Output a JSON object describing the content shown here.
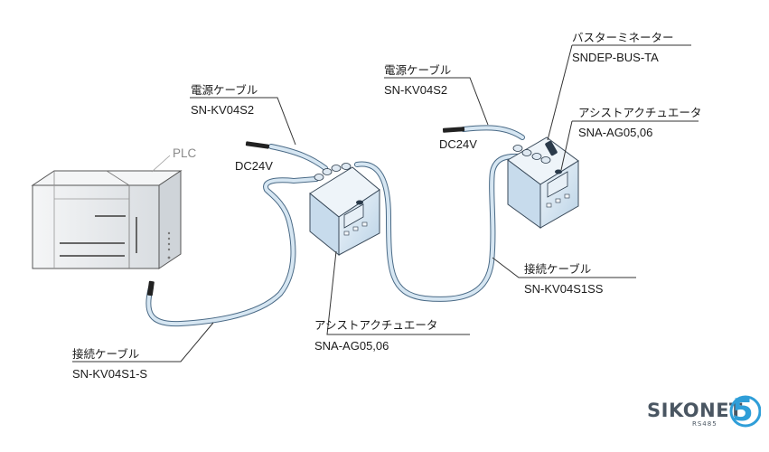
{
  "labels": {
    "plc": "PLC",
    "power_cable_1": {
      "title": "電源ケーブル",
      "model": "SN-KV04S2"
    },
    "power_cable_2": {
      "title": "電源ケーブル",
      "model": "SN-KV04S2"
    },
    "dc24v_1": "DC24V",
    "dc24v_2": "DC24V",
    "bus_terminator": {
      "title": "バスターミネーター",
      "model": "SNDEP-BUS-TA"
    },
    "assist_actuator_1": {
      "title": "アシストアクチュエータ",
      "model": "SNA-AG05,06"
    },
    "assist_actuator_2": {
      "title": "アシストアクチュエータ",
      "model": "SNA-AG05,06"
    },
    "connect_cable_1": {
      "title": "接続ケーブル",
      "model": "SN-KV04S1SS"
    },
    "connect_cable_2": {
      "title": "接続ケーブル",
      "model": "SN-KV04S1-S"
    }
  },
  "logo": {
    "name": "SIKONET",
    "number": "5",
    "sub": "RS485"
  },
  "colors": {
    "cable": "#d6e6f2",
    "cable_edge": "#4a6a86",
    "device_body": "#dde9f3",
    "device_edge": "#3a4a5a",
    "plc_body": "#e9ecef",
    "leader_line": "#333333",
    "logo_dark": "#4a5662",
    "logo_accent": "#2f9ed8"
  }
}
